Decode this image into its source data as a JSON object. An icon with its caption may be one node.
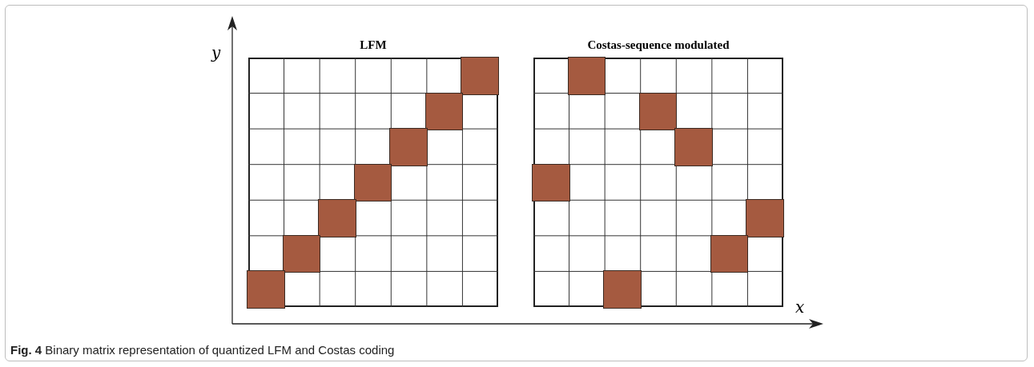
{
  "diagram": {
    "caption": "**Fig. 4** Binary matrix representation of quantized LFM and Costas coding",
    "nodes": [
      {
        "text": [
          "LFM"
        ]
      },
      {
        "text": [
          "Costas-sequence modulated"
        ]
      },
      {
        "text": [],
        "shape": "box",
        "in": 0
      },
      {
        "text": [],
        "shape": "box",
        "in": 0
      },
      {
        "text": [],
        "shape": "box",
        "in": 0
      },
      {
        "text": [],
        "shape": "box",
        "in": 0
      },
      {
        "text": [],
        "shape": "box",
        "in": 0
      },
      {
        "text": [],
        "shape": "box",
        "in": 0
      },
      {
        "text": [],
        "shape": "box",
        "in": 0
      },
      {
        "text": [],
        "shape": "box",
        "in": 1
      },
      {
        "text": [],
        "shape": "box",
        "in": 1
      },
      {
        "text": [],
        "shape": "box",
        "in": 1
      },
      {
        "text": [],
        "shape": "box",
        "in": 1
      },
      {
        "text": [],
        "shape": "box",
        "in": 1
      },
      {
        "text": [],
        "shape": "box",
        "in": 1
      },
      {
        "text": [],
        "shape": "box",
        "in": 1
      }
    ],
    "labels": [
      "y",
      "x"
    ]
  }
}
